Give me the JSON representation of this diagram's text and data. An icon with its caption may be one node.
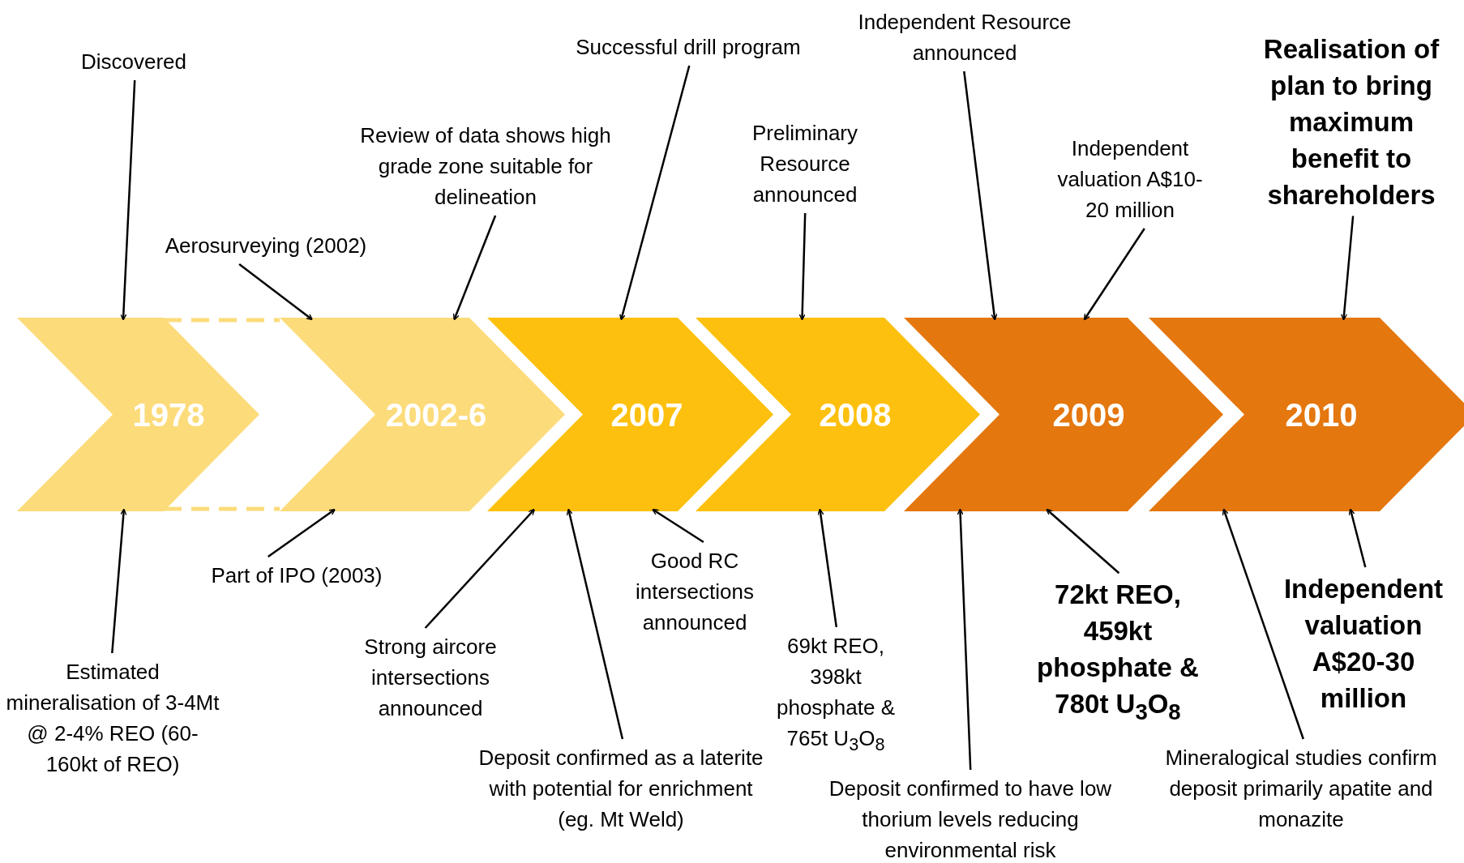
{
  "diagram": {
    "nodes": [
      {
        "text": [
          "1978"
        ]
      },
      {
        "text": [
          "2002-6"
        ]
      },
      {
        "text": [
          "2007"
        ]
      },
      {
        "text": [
          "2008"
        ]
      },
      {
        "text": [
          "2009"
        ]
      },
      {
        "text": [
          "2010"
        ]
      },
      {
        "text": [
          "Discovered"
        ]
      },
      {
        "text": [
          "Aerosurveying (2002)"
        ]
      },
      {
        "text": [
          "Review of data shows high grade zone suitable for delineation"
        ]
      },
      {
        "text": [
          "Successful drill program"
        ]
      },
      {
        "text": [
          "Preliminary Resource announced"
        ]
      },
      {
        "text": [
          "Independent Resource announced"
        ]
      },
      {
        "text": [
          "Independent valuation A$10-20 million"
        ]
      },
      {
        "text": [
          "Realisation of plan to bring maximum benefit to shareholders"
        ]
      },
      {
        "text": [
          "Estimated mineralisation of 3-4Mt @ 2-4% REO (60-160kt of REO)"
        ]
      },
      {
        "text": [
          "Part of IPO (2003)"
        ]
      },
      {
        "text": [
          "Strong aircore intersections announced"
        ]
      },
      {
        "text": [
          "Deposit confirmed as a laterite with potential for enrichment (eg. Mt Weld)"
        ]
      },
      {
        "text": [
          "Good RC intersections announced"
        ]
      },
      {
        "text": [
          "69kt REO, 398kt phosphate & 765t U$_{3}$O$_{8}$"
        ]
      },
      {
        "text": [
          "Deposit confirmed to have low thorium levels reducing environmental risk"
        ]
      },
      {
        "text": [
          "72kt REO, 459kt phosphate & 780t U$_{3}$O$_{8}$"
        ]
      },
      {
        "text": [
          "Mineralogical studies confirm deposit primarily apatite and monazite"
        ]
      },
      {
        "text": [
          "Independent valuation A$20-30 million"
        ]
      }
    ],
    "edges": [
      {
        "from": 0,
        "to": 1,
        "arrow": "none",
        "style": "dashed",
        "color": "#fcdb7a"
      },
      {
        "from": 0,
        "to": 1,
        "arrow": "none",
        "style": "dashed",
        "color": "#fcdb7a"
      },
      {
        "from": 6,
        "to": 0,
        "arrow": "to"
      },
      {
        "from": 7,
        "to": 1,
        "arrow": "to"
      },
      {
        "from": 8,
        "to": 1,
        "arrow": "to"
      },
      {
        "from": 9,
        "to": 2,
        "arrow": "to"
      },
      {
        "from": 10,
        "to": 3,
        "arrow": "to"
      },
      {
        "from": 11,
        "to": 4,
        "arrow": "to"
      },
      {
        "from": 12,
        "to": 4,
        "arrow": "to"
      },
      {
        "from": 13,
        "to": 5,
        "arrow": "to"
      },
      {
        "from": 14,
        "to": 0,
        "arrow": "to"
      },
      {
        "from": 15,
        "to": 1,
        "arrow": "to"
      },
      {
        "from": 16,
        "to": 2,
        "arrow": "to"
      },
      {
        "from": 17,
        "to": 2,
        "arrow": "to"
      },
      {
        "from": 18,
        "to": 2,
        "arrow": "to"
      },
      {
        "from": 19,
        "to": 3,
        "arrow": "to"
      },
      {
        "from": 20,
        "to": 4,
        "arrow": "to"
      },
      {
        "from": 21,
        "to": 4,
        "arrow": "to"
      },
      {
        "from": 22,
        "to": 5,
        "arrow": "to"
      },
      {
        "from": 23,
        "to": 5,
        "arrow": "to"
      }
    ]
  }
}
